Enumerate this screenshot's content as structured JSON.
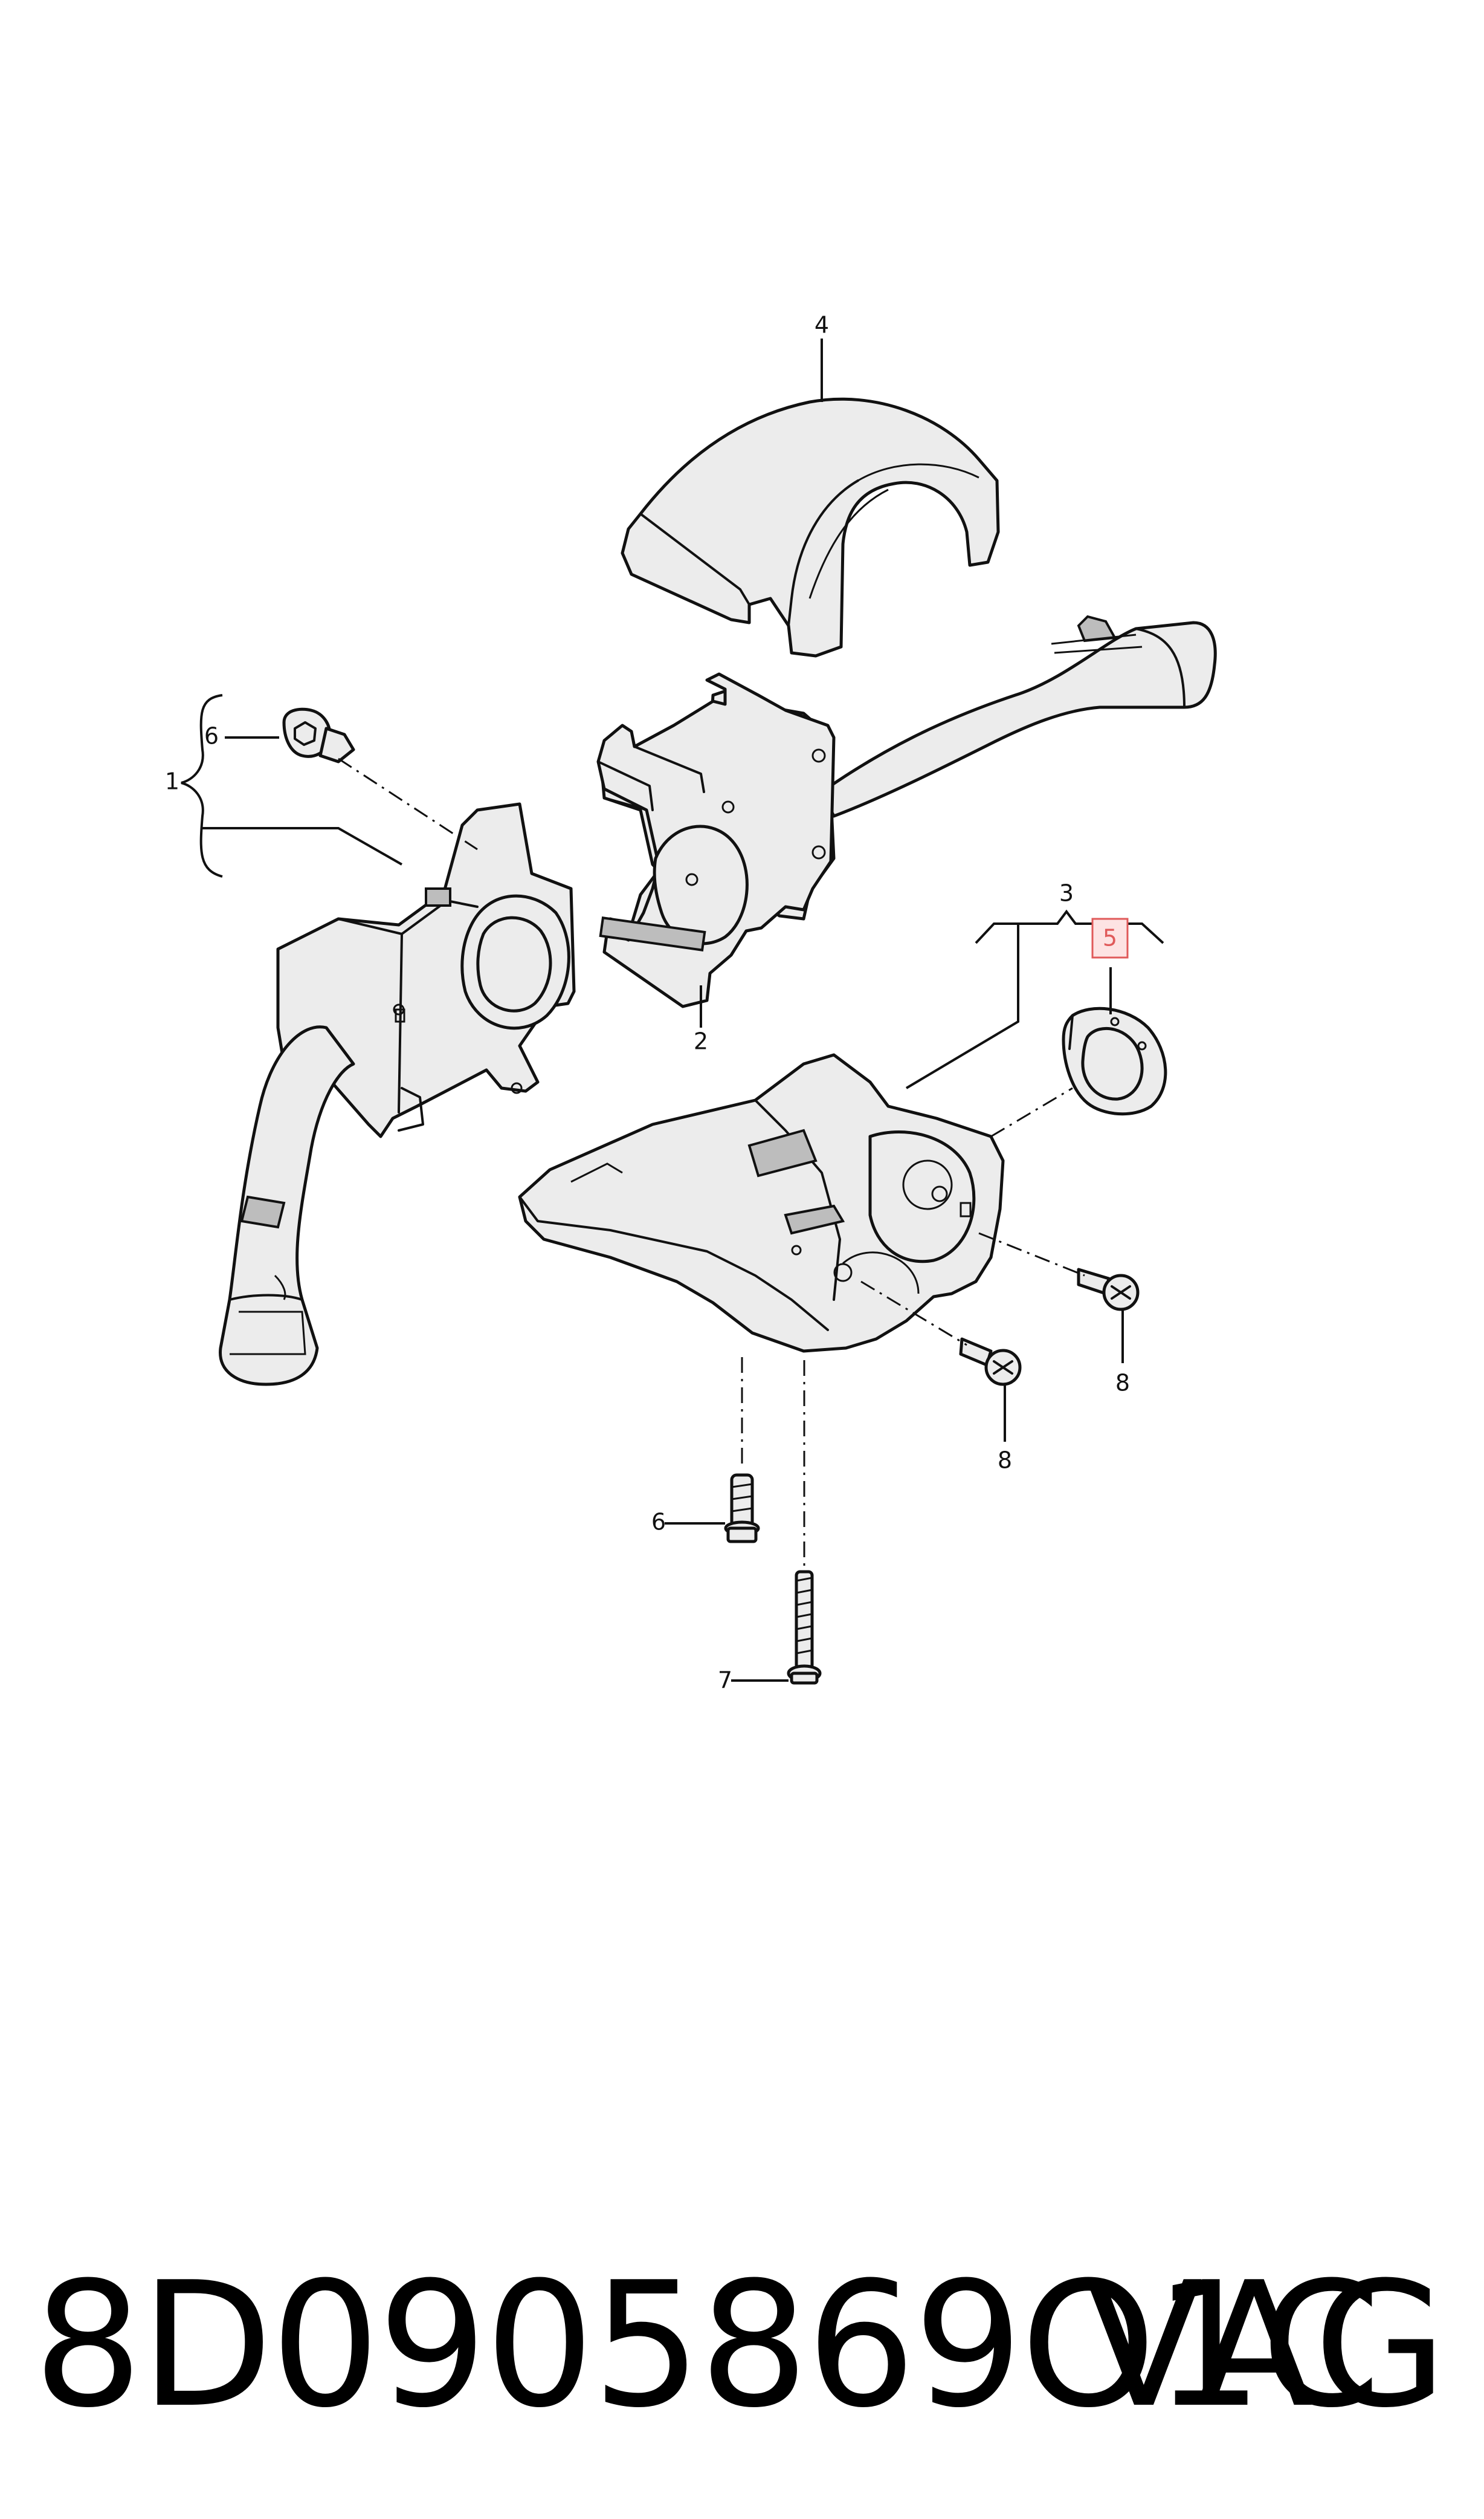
{
  "callouts": {
    "c1": "1",
    "c2": "2",
    "c3": "3",
    "c4": "4",
    "c5": "5",
    "c6_top": "6",
    "c6_bottom": "6",
    "c7": "7",
    "c8_right": "8",
    "c8_center": "8"
  },
  "highlighted_callout": "5",
  "highlight_color": "#e05a5a",
  "footer": {
    "part_number": "8D0905869O1C",
    "brand": "VAG"
  }
}
